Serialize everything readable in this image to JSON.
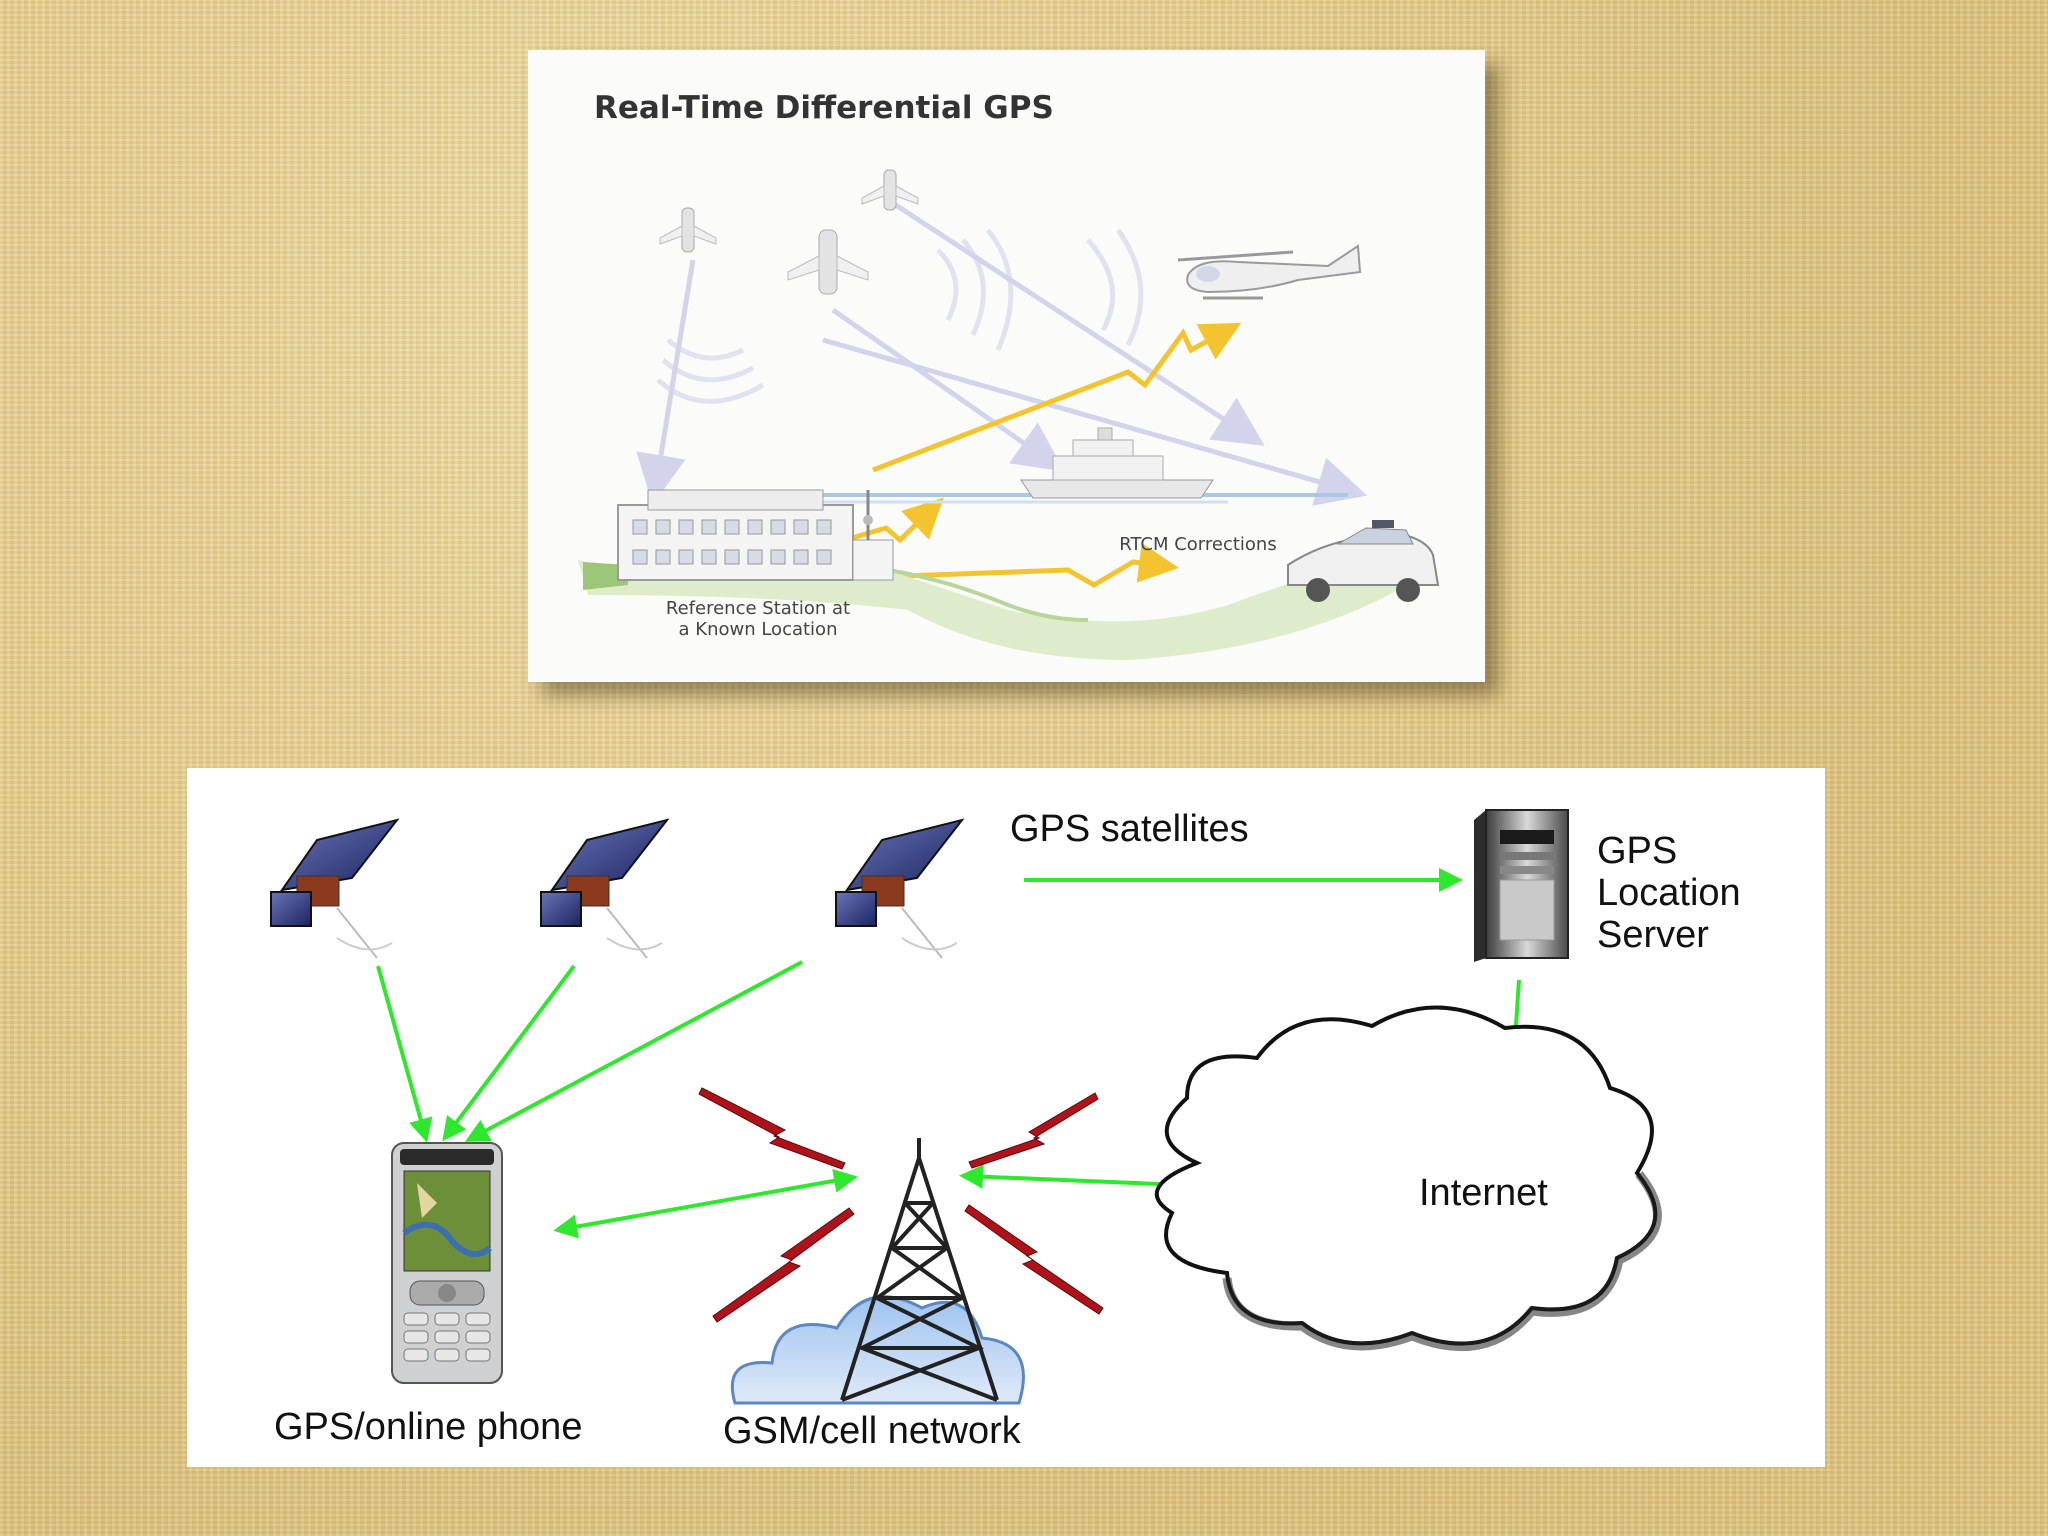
{
  "dgps": {
    "title": "Real-Time Differential GPS",
    "reference_station_line1": "Reference Station at",
    "reference_station_line2": "a Known Location",
    "rtcm_label": "RTCM Corrections"
  },
  "network": {
    "satellites_label": "GPS satellites",
    "server_label_line1": "GPS",
    "server_label_line2": "Location",
    "server_label_line3": "Server",
    "internet_label": "Internet",
    "phone_label": "GPS/online phone",
    "gsm_label": "GSM/cell network"
  },
  "colors": {
    "arrow_green": "#2ee82e",
    "signal_red": "#b0121a",
    "correction_yellow": "#f4c430",
    "background_tan": "#e6cf8e"
  }
}
